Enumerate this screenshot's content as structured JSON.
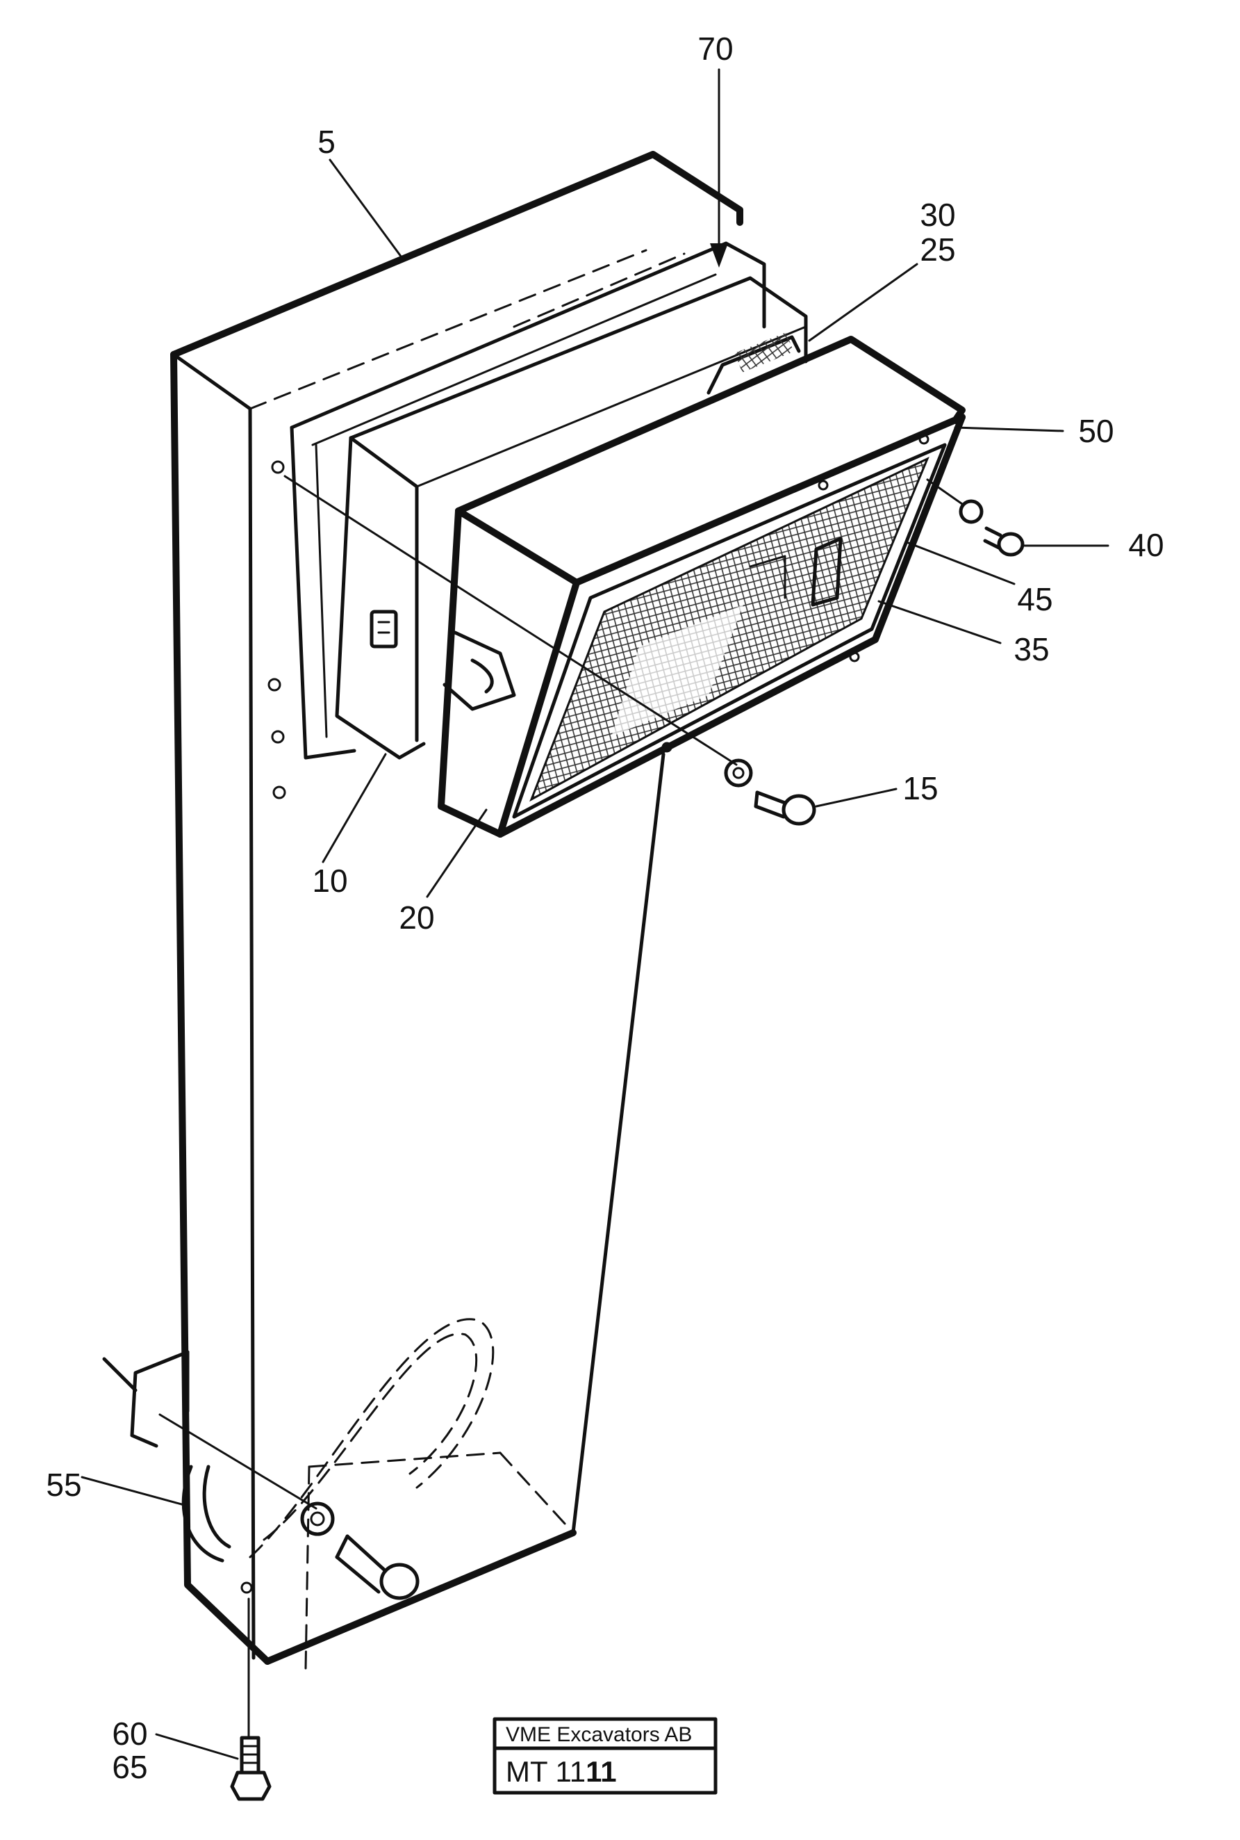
{
  "callouts": [
    "70",
    "5",
    "30",
    "25",
    "50",
    "40",
    "45",
    "35",
    "15",
    "10",
    "20",
    "55",
    "60",
    "65"
  ],
  "stamp": {
    "company": "VME Excavators AB",
    "code_prefix": "MT 11",
    "code_suffix": "11"
  }
}
